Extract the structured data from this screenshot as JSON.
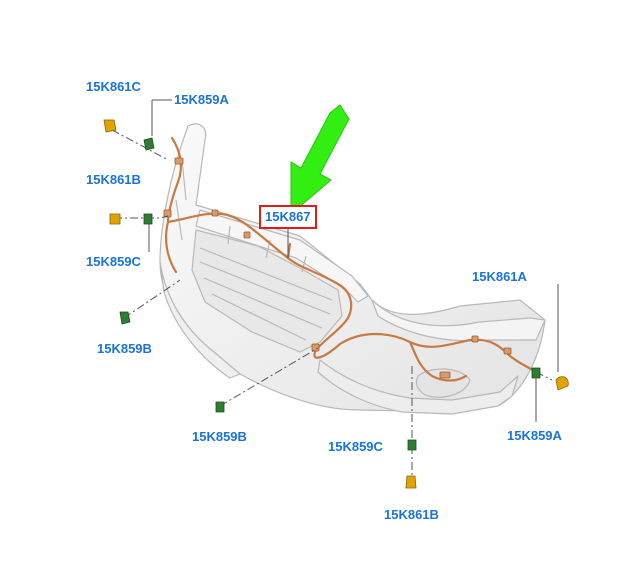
{
  "diagram": {
    "highlighted_part": "15K867",
    "labels": {
      "c_15k861c_top": "15K861C",
      "c_15k859a_top": "15K859A",
      "c_15k861b_left": "15K861B",
      "c_15k859c_left": "15K859C",
      "c_15k859b_left": "15K859B",
      "c_15k859b_center": "15K859B",
      "c_15k867": "15K867",
      "c_15k861a_right": "15K861A",
      "c_15k859a_right": "15K859A",
      "c_15k859c_bottom": "15K859C",
      "c_15k861b_bottom": "15K861B"
    },
    "colors": {
      "label_text": "#1a73d9",
      "highlight_box": "#e01b1b",
      "arrow": "#33ee11",
      "wiring": "#c87a45",
      "bumper_outline": "#b8b8b8",
      "bumper_fill": "#f1f1f1",
      "sensor_yellow": "#e0a400",
      "clip_green": "#2e7d32"
    },
    "icons": [
      "green-arrow-icon",
      "parking-sensor-icon",
      "sensor-clip-icon"
    ]
  }
}
